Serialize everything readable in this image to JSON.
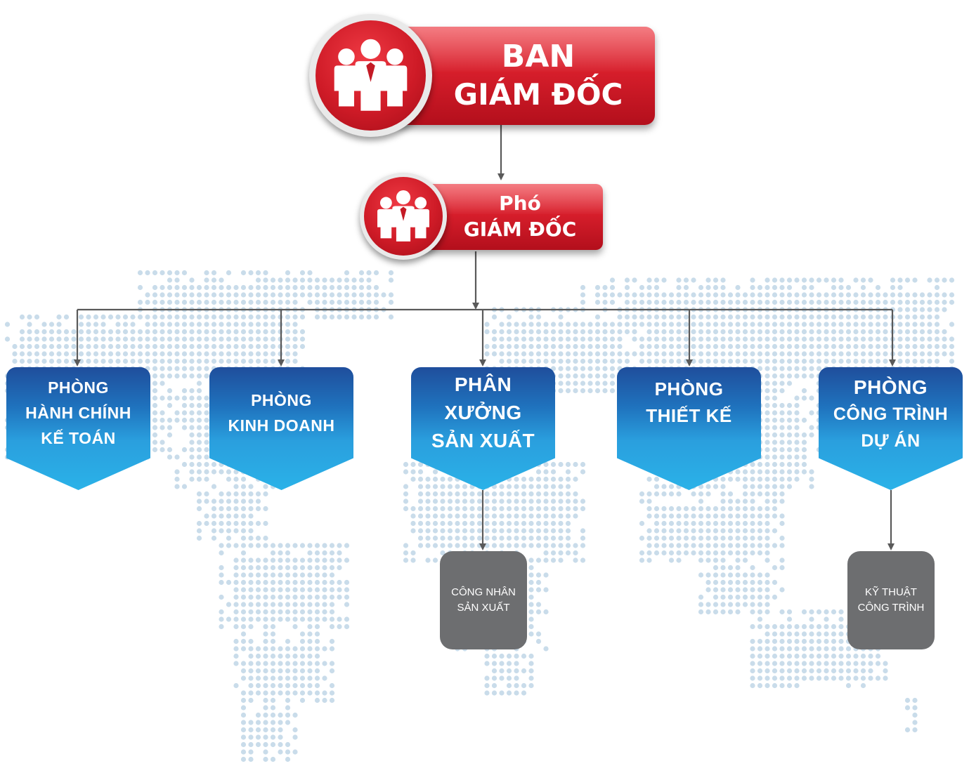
{
  "colors": {
    "executive_red": "#d71e2b",
    "department_blue_top": "#1f4e9c",
    "department_blue_bottom": "#2ab2e8",
    "sub_unit_grey": "#6d6e70",
    "connector_grey": "#5a5a5a",
    "map_dot": "#c9dcea"
  },
  "executive": {
    "director": {
      "icon": "group-of-people-icon",
      "line1": "BAN",
      "line2": "GIÁM ĐỐC"
    },
    "deputy": {
      "icon": "group-of-people-icon",
      "line1": "Phó",
      "line2": "GIÁM ĐỐC"
    }
  },
  "departments": [
    {
      "lines": [
        "PHÒNG",
        "HÀNH CHÍNH",
        "KẾ TOÁN"
      ]
    },
    {
      "lines": [
        "PHÒNG",
        "KINH DOANH"
      ]
    },
    {
      "lines": [
        "PHÂN",
        "XƯỞNG",
        "SẢN XUẤT"
      ]
    },
    {
      "lines": [
        "PHÒNG",
        "THIẾT KẾ"
      ]
    },
    {
      "lines": [
        "PHÒNG",
        "CÔNG TRÌNH",
        "DỰ ÁN"
      ]
    }
  ],
  "sub_units": [
    {
      "lines": [
        "CÔNG NHÂN",
        "SẢN XUẤT"
      ]
    },
    {
      "lines": [
        "KỸ THUẬT",
        "CÔNG TRÌNH"
      ]
    }
  ]
}
